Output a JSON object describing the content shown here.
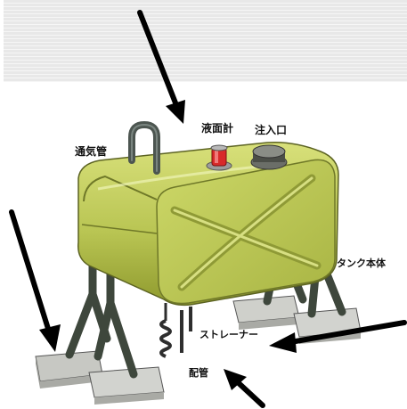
{
  "labels": {
    "vent_pipe": "通気管",
    "level_gauge": "液面計",
    "filler_port": "注入口",
    "tank_body": "タンク本体",
    "strainer": "ストレーナー",
    "piping": "配管"
  },
  "colors": {
    "top_banner": "#e7e7e7",
    "tank_body": "#c5d35a",
    "tank_shadow": "#8f9a2e",
    "legs": "#414a3f",
    "pads": "#d2d3cf",
    "arrow": "#000000",
    "gauge_red": "#d82a2a"
  }
}
